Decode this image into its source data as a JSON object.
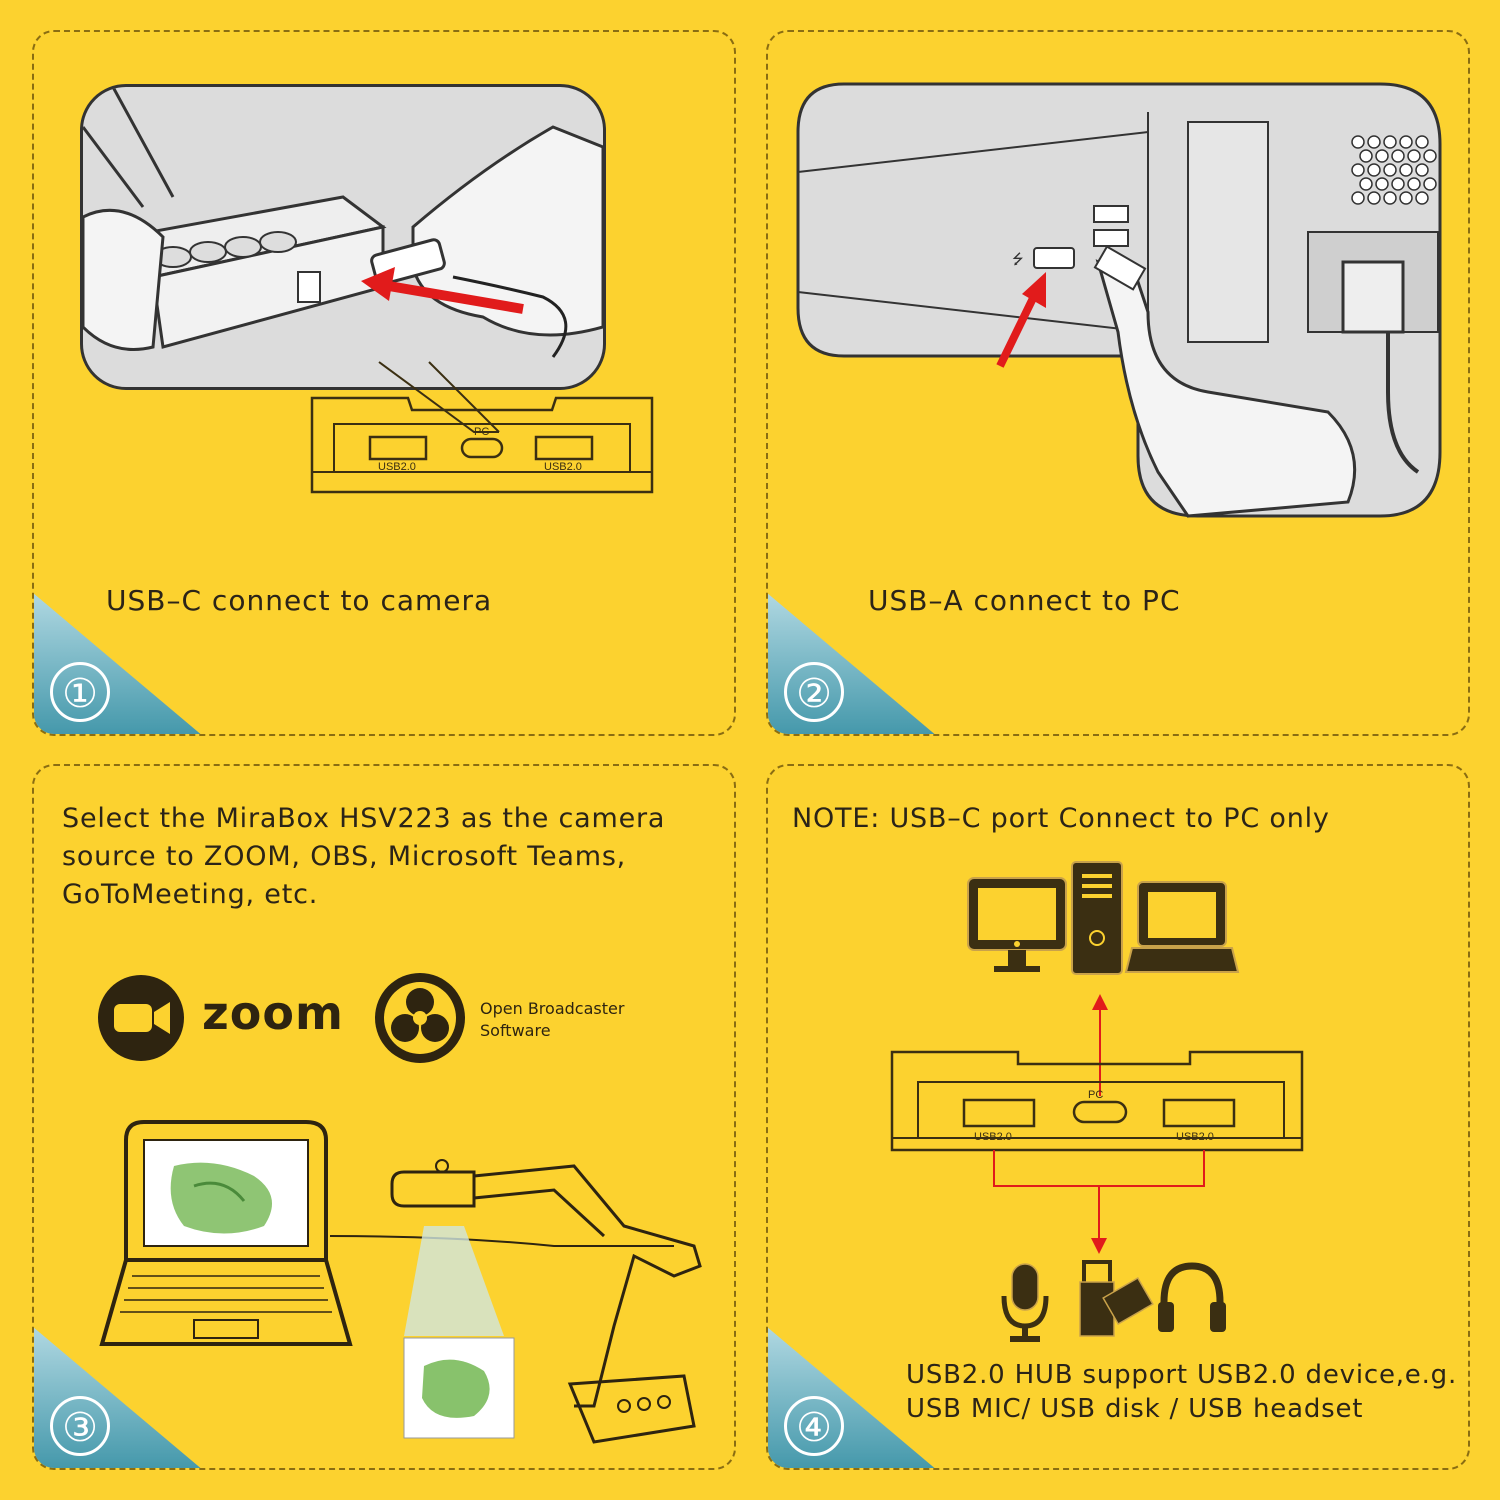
{
  "colors": {
    "background": "#fcd22f",
    "accent_red": "#e11b1b",
    "corner_teal": "#5aa6b7",
    "outline": "#3b2f12"
  },
  "steps": [
    {
      "number": "①",
      "caption": "USB–C connect to camera"
    },
    {
      "number": "②",
      "caption": "USB–A connect to PC"
    },
    {
      "number": "③",
      "text_lines": [
        "Select the MiraBox HSV223 as the camera",
        "source to ZOOM, OBS, Microsoft Teams,",
        "GoToMeeting, etc."
      ]
    },
    {
      "number": "④",
      "note": "NOTE: USB–C port  Connect to PC only",
      "text_lines": [
        "USB2.0 HUB support USB2.0 device,e.g.",
        "USB MIC/ USB disk / USB headset"
      ]
    }
  ],
  "hub": {
    "port_left": "USB2.0",
    "port_center": "PC",
    "port_right": "USB2.0"
  },
  "logos": {
    "zoom": "zoom",
    "obs_line1": "Open Broadcaster",
    "obs_line2": "Software"
  },
  "icons": [
    "monitor-icon",
    "pc-tower-icon",
    "laptop-icon",
    "microphone-icon",
    "usb-disk-icon",
    "headset-icon",
    "camera-icon",
    "usb-icon"
  ]
}
